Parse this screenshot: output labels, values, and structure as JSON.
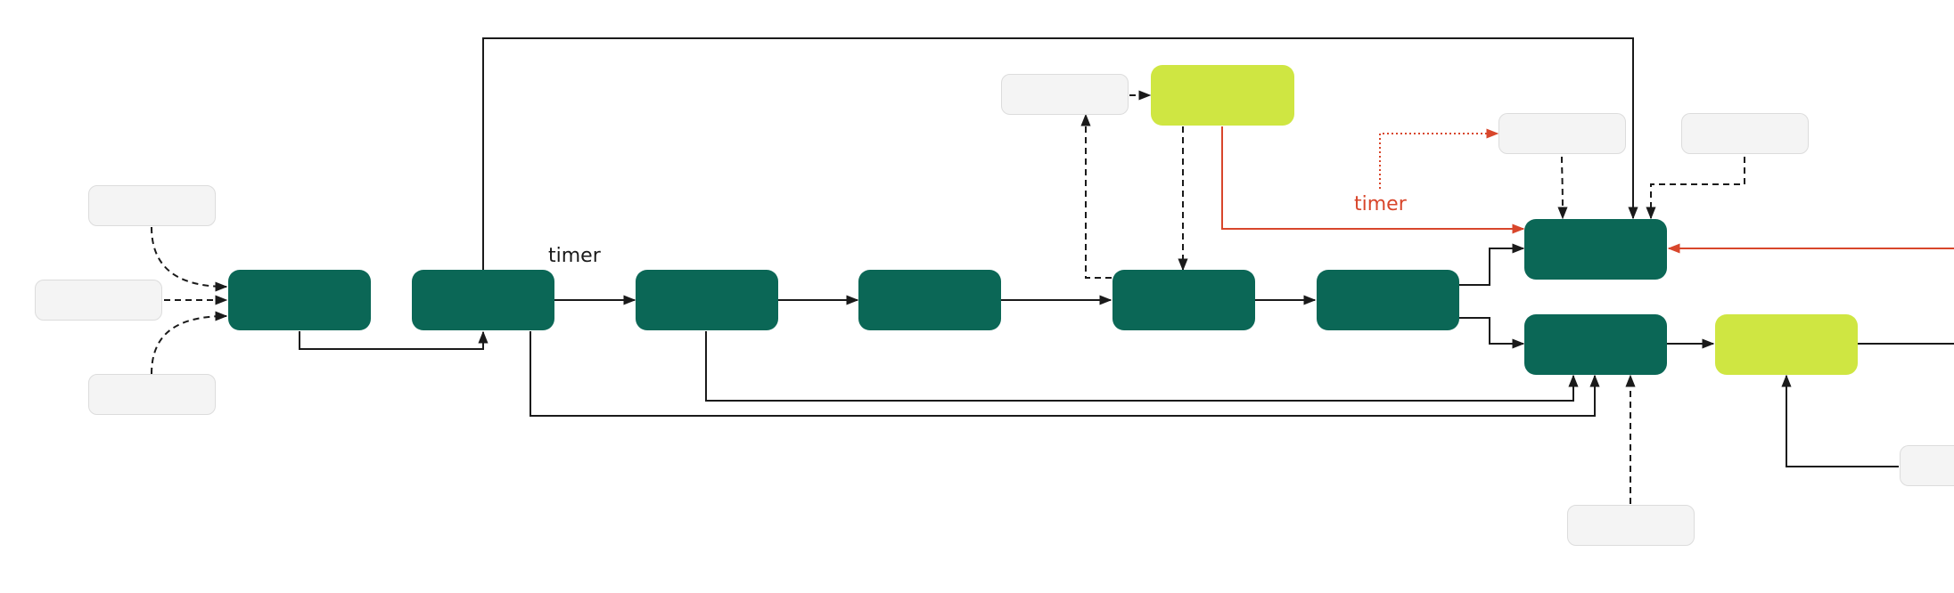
{
  "diagram": {
    "labels": {
      "timer_main": "timer",
      "timer_upper": "timer"
    },
    "colors": {
      "primary_node": "#0b6756",
      "accent_node": "#cfe642",
      "placeholder_node": "#f4f4f4",
      "connector": "#1a1a1a",
      "timer_connector": "#d8462b"
    },
    "node_kinds": [
      "process-step",
      "highlight-step",
      "input-placeholder"
    ]
  }
}
